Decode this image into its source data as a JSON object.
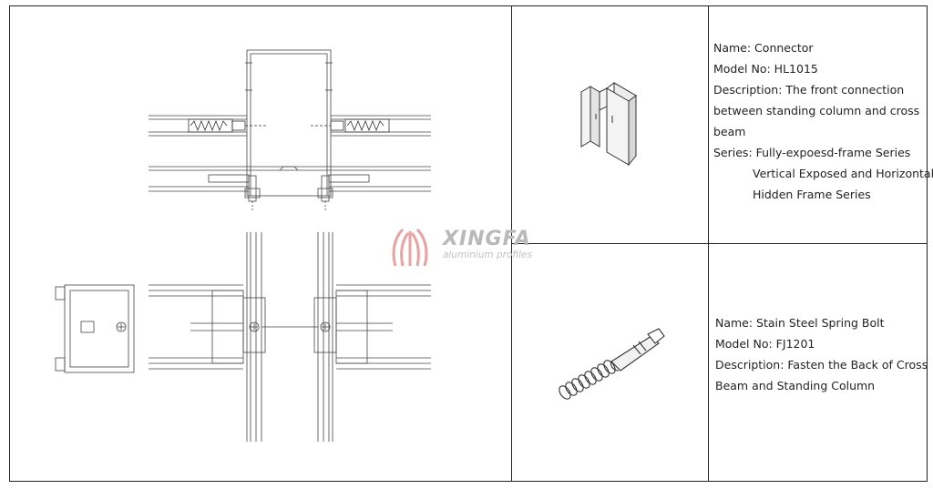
{
  "watermark": {
    "brand": "XINGFA",
    "subtitle": "aluminium profiles"
  },
  "connector": {
    "name_label": "Name: Connector",
    "model_label": "Model No: HL1015",
    "desc_line1": "Description: The front connection",
    "desc_line2": "between standing column and cross",
    "desc_line3": "beam",
    "series_line1": "Series: Fully-expoesd-frame Series",
    "series_line2": "Vertical Exposed and Horizontal",
    "series_line3": "Hidden Frame Series"
  },
  "spring_bolt": {
    "name_label": "Name: Stain Steel Spring Bolt",
    "model_label": "Model No: FJ1201",
    "desc_line1": "Description: Fasten the Back of Cross",
    "desc_line2": "Beam and Standing Column"
  }
}
